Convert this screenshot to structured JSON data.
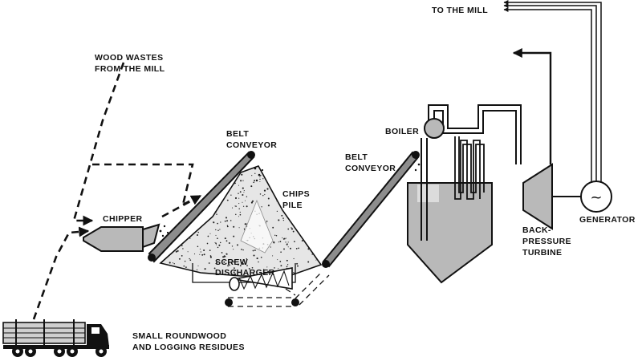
{
  "labels": {
    "to_mill": "TO THE MILL",
    "wood_wastes_1": "WOOD WASTES",
    "wood_wastes_2": "FROM THE MILL",
    "chipper": "CHIPPER",
    "belt_conveyor_1_a": "BELT",
    "belt_conveyor_1_b": "CONVEYOR",
    "chips_pile_a": "CHIPS",
    "chips_pile_b": "PILE",
    "screw_discharger_a": "SCREW",
    "screw_discharger_b": "DISCHARGER",
    "belt_conveyor_2_a": "BELT",
    "belt_conveyor_2_b": "CONVEYOR",
    "boiler": "BOILER",
    "turbine_a": "BACK-",
    "turbine_b": "PRESSURE",
    "turbine_c": "TURBINE",
    "generator": "GENERATOR",
    "roundwood_a": "SMALL ROUNDWOOD",
    "roundwood_b": "AND LOGGING RESIDUES"
  },
  "generator_symbol": "~",
  "colors": {
    "ink": "#111111",
    "equipment_fill": "#b9b9b9",
    "belt_fill": "#8d8d8d",
    "chips_fill": "#e6e6e6"
  }
}
